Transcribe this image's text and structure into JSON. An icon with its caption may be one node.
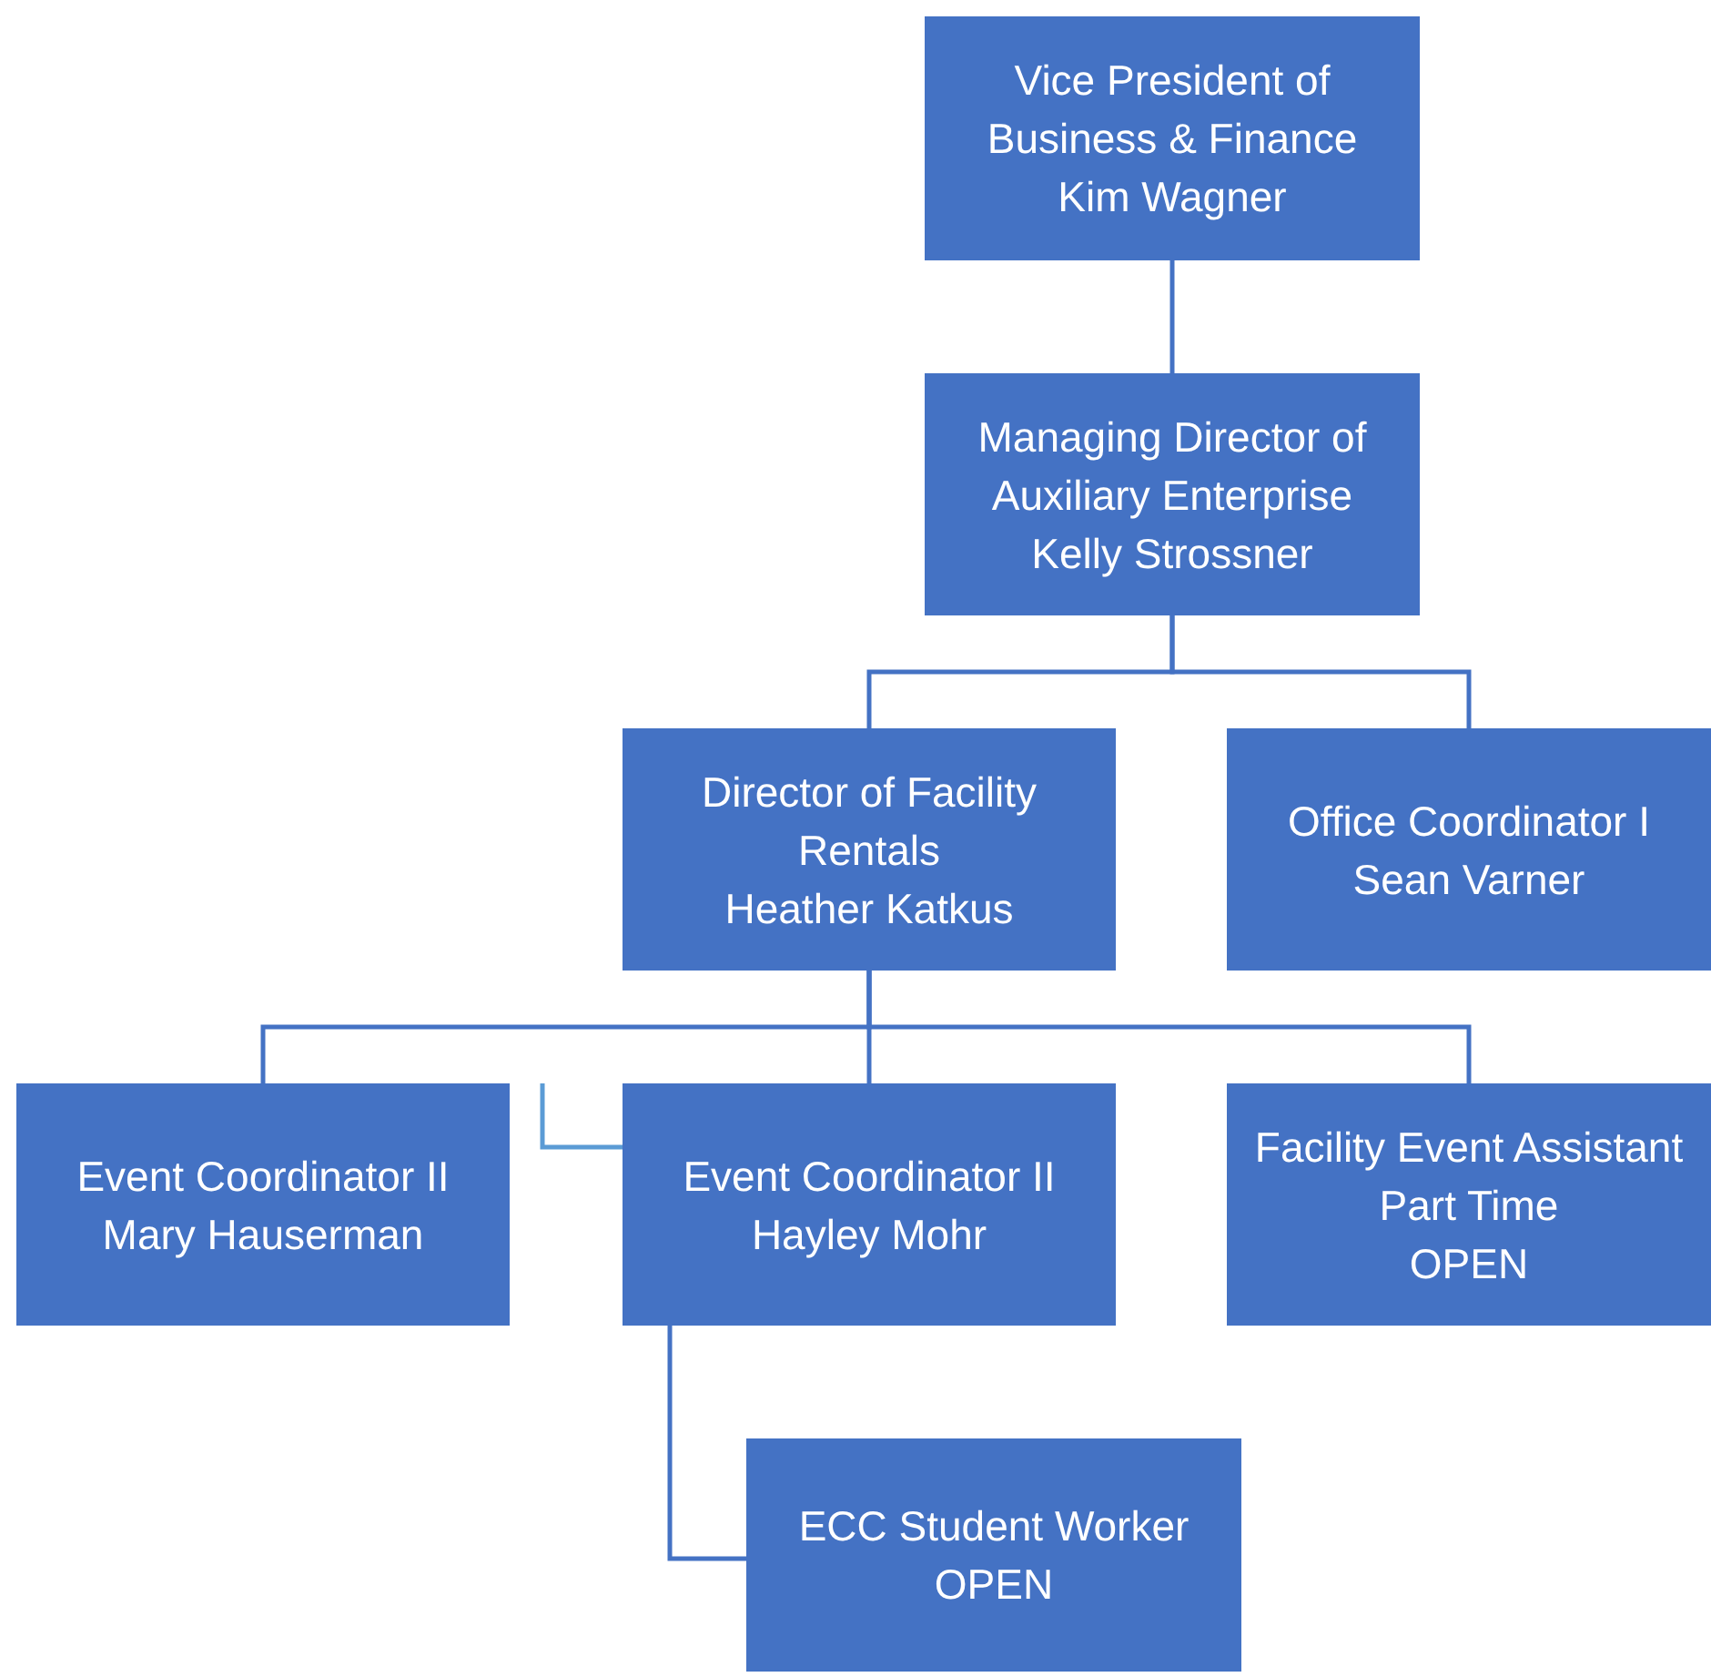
{
  "diagram": {
    "nodes": [
      {
        "text": [
          "Vice President of Business & Finance",
          "Kim Wagner"
        ]
      },
      {
        "text": [
          "Managing Director of Auxiliary Enterprise",
          "Kelly Strossner"
        ]
      },
      {
        "text": [
          "Director of Facility Rentals",
          "Heather Katkus"
        ]
      },
      {
        "text": [
          "Office Coordinator I",
          "Sean Varner"
        ]
      },
      {
        "text": [
          "Event Coordinator II",
          "Mary Hauserman"
        ]
      },
      {
        "text": [
          "Event Coordinator II",
          "Hayley Mohr"
        ]
      },
      {
        "text": [
          "Facility Event Assistant Part Time",
          "OPEN"
        ]
      },
      {
        "text": [
          "ECC Student Worker",
          "OPEN"
        ]
      }
    ],
    "edges": [
      {
        "from": 0,
        "to": 1,
        "arrow": "none"
      },
      {
        "from": 1,
        "to": 2,
        "arrow": "none"
      },
      {
        "from": 1,
        "to": 3,
        "arrow": "none"
      },
      {
        "from": 2,
        "to": 4,
        "arrow": "none"
      },
      {
        "from": 2,
        "to": 5,
        "arrow": "none"
      },
      {
        "from": 2,
        "to": 6,
        "arrow": "none"
      },
      {
        "from": 5,
        "to": 7,
        "arrow": "none"
      },
      {
        "from": null,
        "to": 5,
        "arrow": "none",
        "color": "#5b9bd5"
      }
    ]
  }
}
